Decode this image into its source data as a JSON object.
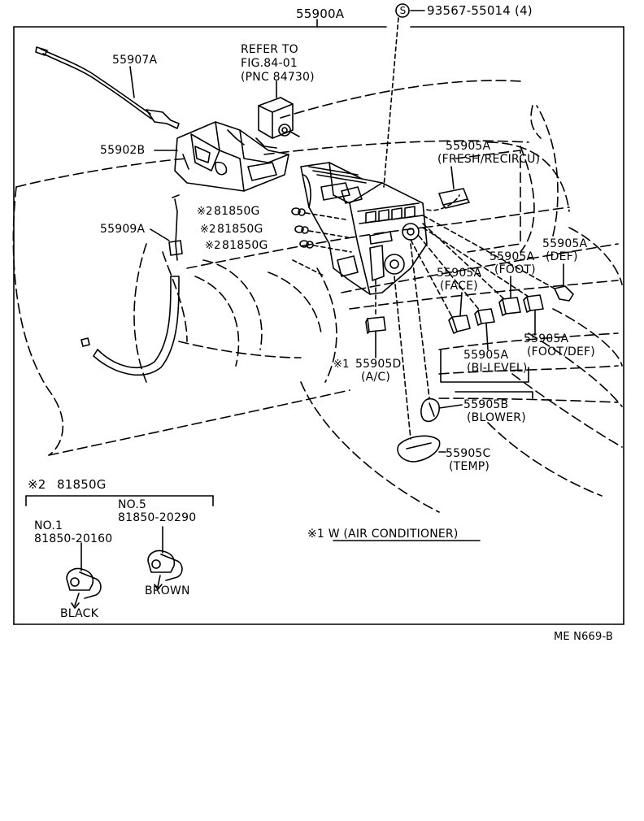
{
  "main_part": "55900A",
  "screw_callout": {
    "symbol": "S",
    "part": "93567-55014 (4)"
  },
  "labels": {
    "p55907A": "55907A",
    "refer_line1": "REFER TO",
    "refer_line2": "FIG.84-01",
    "refer_line3": "(PNC 84730)",
    "p55902B": "55902B",
    "p55909A": "55909A",
    "p55905A_fresh": "55905A",
    "fresh_desc": "(FRESH/RECIRCU)",
    "bulb1_prefix": "※2",
    "bulb1": "81850G",
    "bulb2_prefix": "※2",
    "bulb2": "81850G",
    "bulb3_prefix": "※2",
    "bulb3": "81850G",
    "p55905A_def": "55905A",
    "def_desc": "(DEF)",
    "p55905A_foot": "55905A",
    "foot_desc": "(FOOT)",
    "p55905A_face": "55905A",
    "face_desc": "(FACE)",
    "p55905A_footdef": "55905A",
    "footdef_desc": "(FOOT/DEF)",
    "p55905A_bilevel": "55905A",
    "bilevel_desc": "(BI-LEVEL)",
    "ac_prefix": "※1",
    "p55905D": "55905D",
    "ac_desc": "(A/C)",
    "p55905B": "55905B",
    "blower_desc": "(BLOWER)",
    "p55905C": "55905C",
    "temp_desc": "(TEMP)"
  },
  "legend": {
    "title_prefix": "※2",
    "title_part": "81850G",
    "no5": "NO.5",
    "no5_part": "81850-20290",
    "no1": "NO.1",
    "no1_part": "81850-20160",
    "brown": "BROWN",
    "black": "BLACK",
    "note": "※1 W (AIR CONDITIONER)"
  },
  "figure_code": "ME N669-B"
}
